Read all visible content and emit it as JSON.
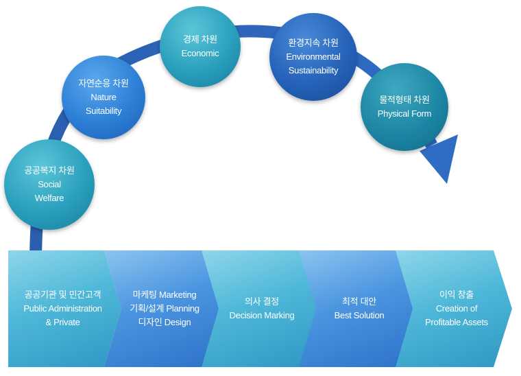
{
  "circles": [
    {
      "title": "공공복지 차원",
      "lines": [
        "Social",
        "Welfare"
      ]
    },
    {
      "title": "자연순응 차원",
      "lines": [
        "Nature",
        "Suitability"
      ]
    },
    {
      "title": "경제 차원",
      "lines": [
        "Economic"
      ]
    },
    {
      "title": "환경지속 차원",
      "lines": [
        "Environmental",
        "Sustainability"
      ]
    },
    {
      "title": "물적형태 차원",
      "lines": [
        "Physical Form"
      ]
    }
  ],
  "steps": [
    {
      "lines": [
        "공공기관 및 민간고객",
        "Public Administration",
        "& Private"
      ]
    },
    {
      "lines": [
        "마케팅 Marketing",
        "기획/설계 Planning",
        "디자인 Design"
      ]
    },
    {
      "lines": [
        "의사 결정",
        "Decision Marking"
      ]
    },
    {
      "lines": [
        "최적 대안",
        "Best Solution"
      ]
    },
    {
      "lines": [
        "이익 창출",
        "Creation of",
        "Profitable Assets"
      ]
    }
  ],
  "colors": {
    "arc": "#2f65b8",
    "circle_blue": "#2d7fd6",
    "circle_teal": "#2a9fbd",
    "step_light": "#4fb8d8",
    "step_mid": "#4b95e0",
    "text": "#ffffff"
  }
}
